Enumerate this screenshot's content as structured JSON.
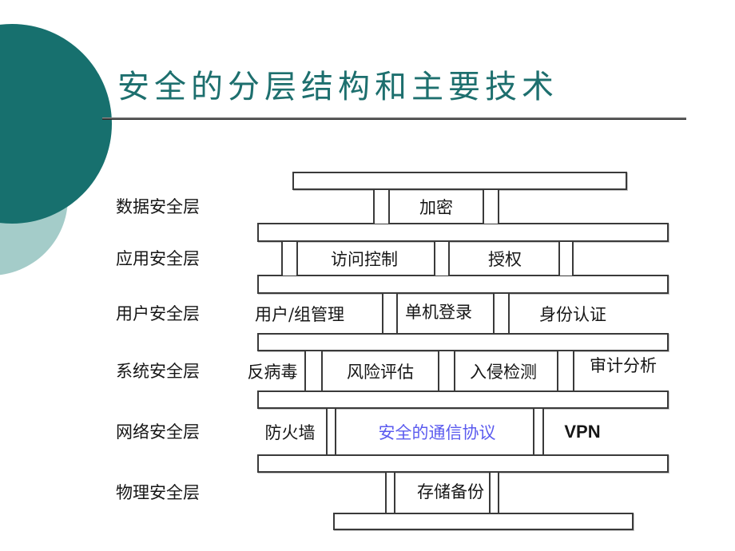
{
  "slide": {
    "title": "安全的分层结构和主要技术",
    "title_color": "#1d6f6e",
    "accent_dark_circle": "#17706e",
    "accent_light_circle": "#a4ccc9",
    "highlight_color": "#5b5bef"
  },
  "diagram": {
    "layers": [
      {
        "label": "数据安全层",
        "items": [
          "加密"
        ]
      },
      {
        "label": "应用安全层",
        "items": [
          "访问控制",
          "授权"
        ]
      },
      {
        "label": "用户安全层",
        "items": [
          "用户/组管理",
          "单机登录",
          "身份认证"
        ]
      },
      {
        "label": "系统安全层",
        "items": [
          "反病毒",
          "风险评估",
          "入侵检测",
          "审计分析"
        ]
      },
      {
        "label": "网络安全层",
        "items": [
          "防火墙",
          "安全的通信协议",
          "VPN"
        ]
      },
      {
        "label": "物理安全层",
        "items": [
          "存储备份"
        ]
      }
    ]
  }
}
